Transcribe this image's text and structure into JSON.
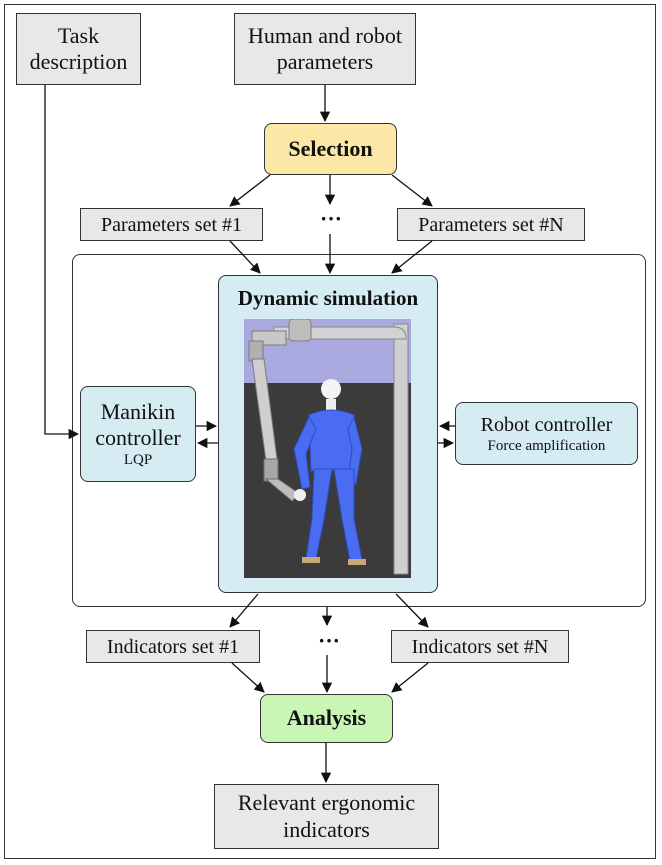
{
  "nodes": {
    "task_description": "Task description",
    "human_robot_parameters": "Human and robot parameters",
    "selection": "Selection",
    "parameters_set_1": "Parameters set #1",
    "parameters_set_n": "Parameters set #N",
    "dots_top": "···",
    "dynamic_simulation": "Dynamic simulation",
    "manikin_controller": "Manikin controller",
    "manikin_controller_sub": "LQP",
    "robot_controller": "Robot controller",
    "robot_controller_sub": "Force amplification",
    "indicators_set_1": "Indicators set #1",
    "indicators_set_n": "Indicators set #N",
    "dots_bottom": "···",
    "analysis": "Analysis",
    "relevant_indicators": "Relevant ergonomic indicators"
  },
  "colors": {
    "selection_fill": "#fce8a6",
    "analysis_fill": "#c9f5b5",
    "simulation_fill": "#d6ecf3",
    "input_fill": "#e8e8e8",
    "robot_color": "#4a6cf0",
    "floor_color": "#3a3a3a",
    "wall_color": "#a9a9e0"
  },
  "icons": {
    "simulation_image": "humanoid-robot-simulation"
  }
}
